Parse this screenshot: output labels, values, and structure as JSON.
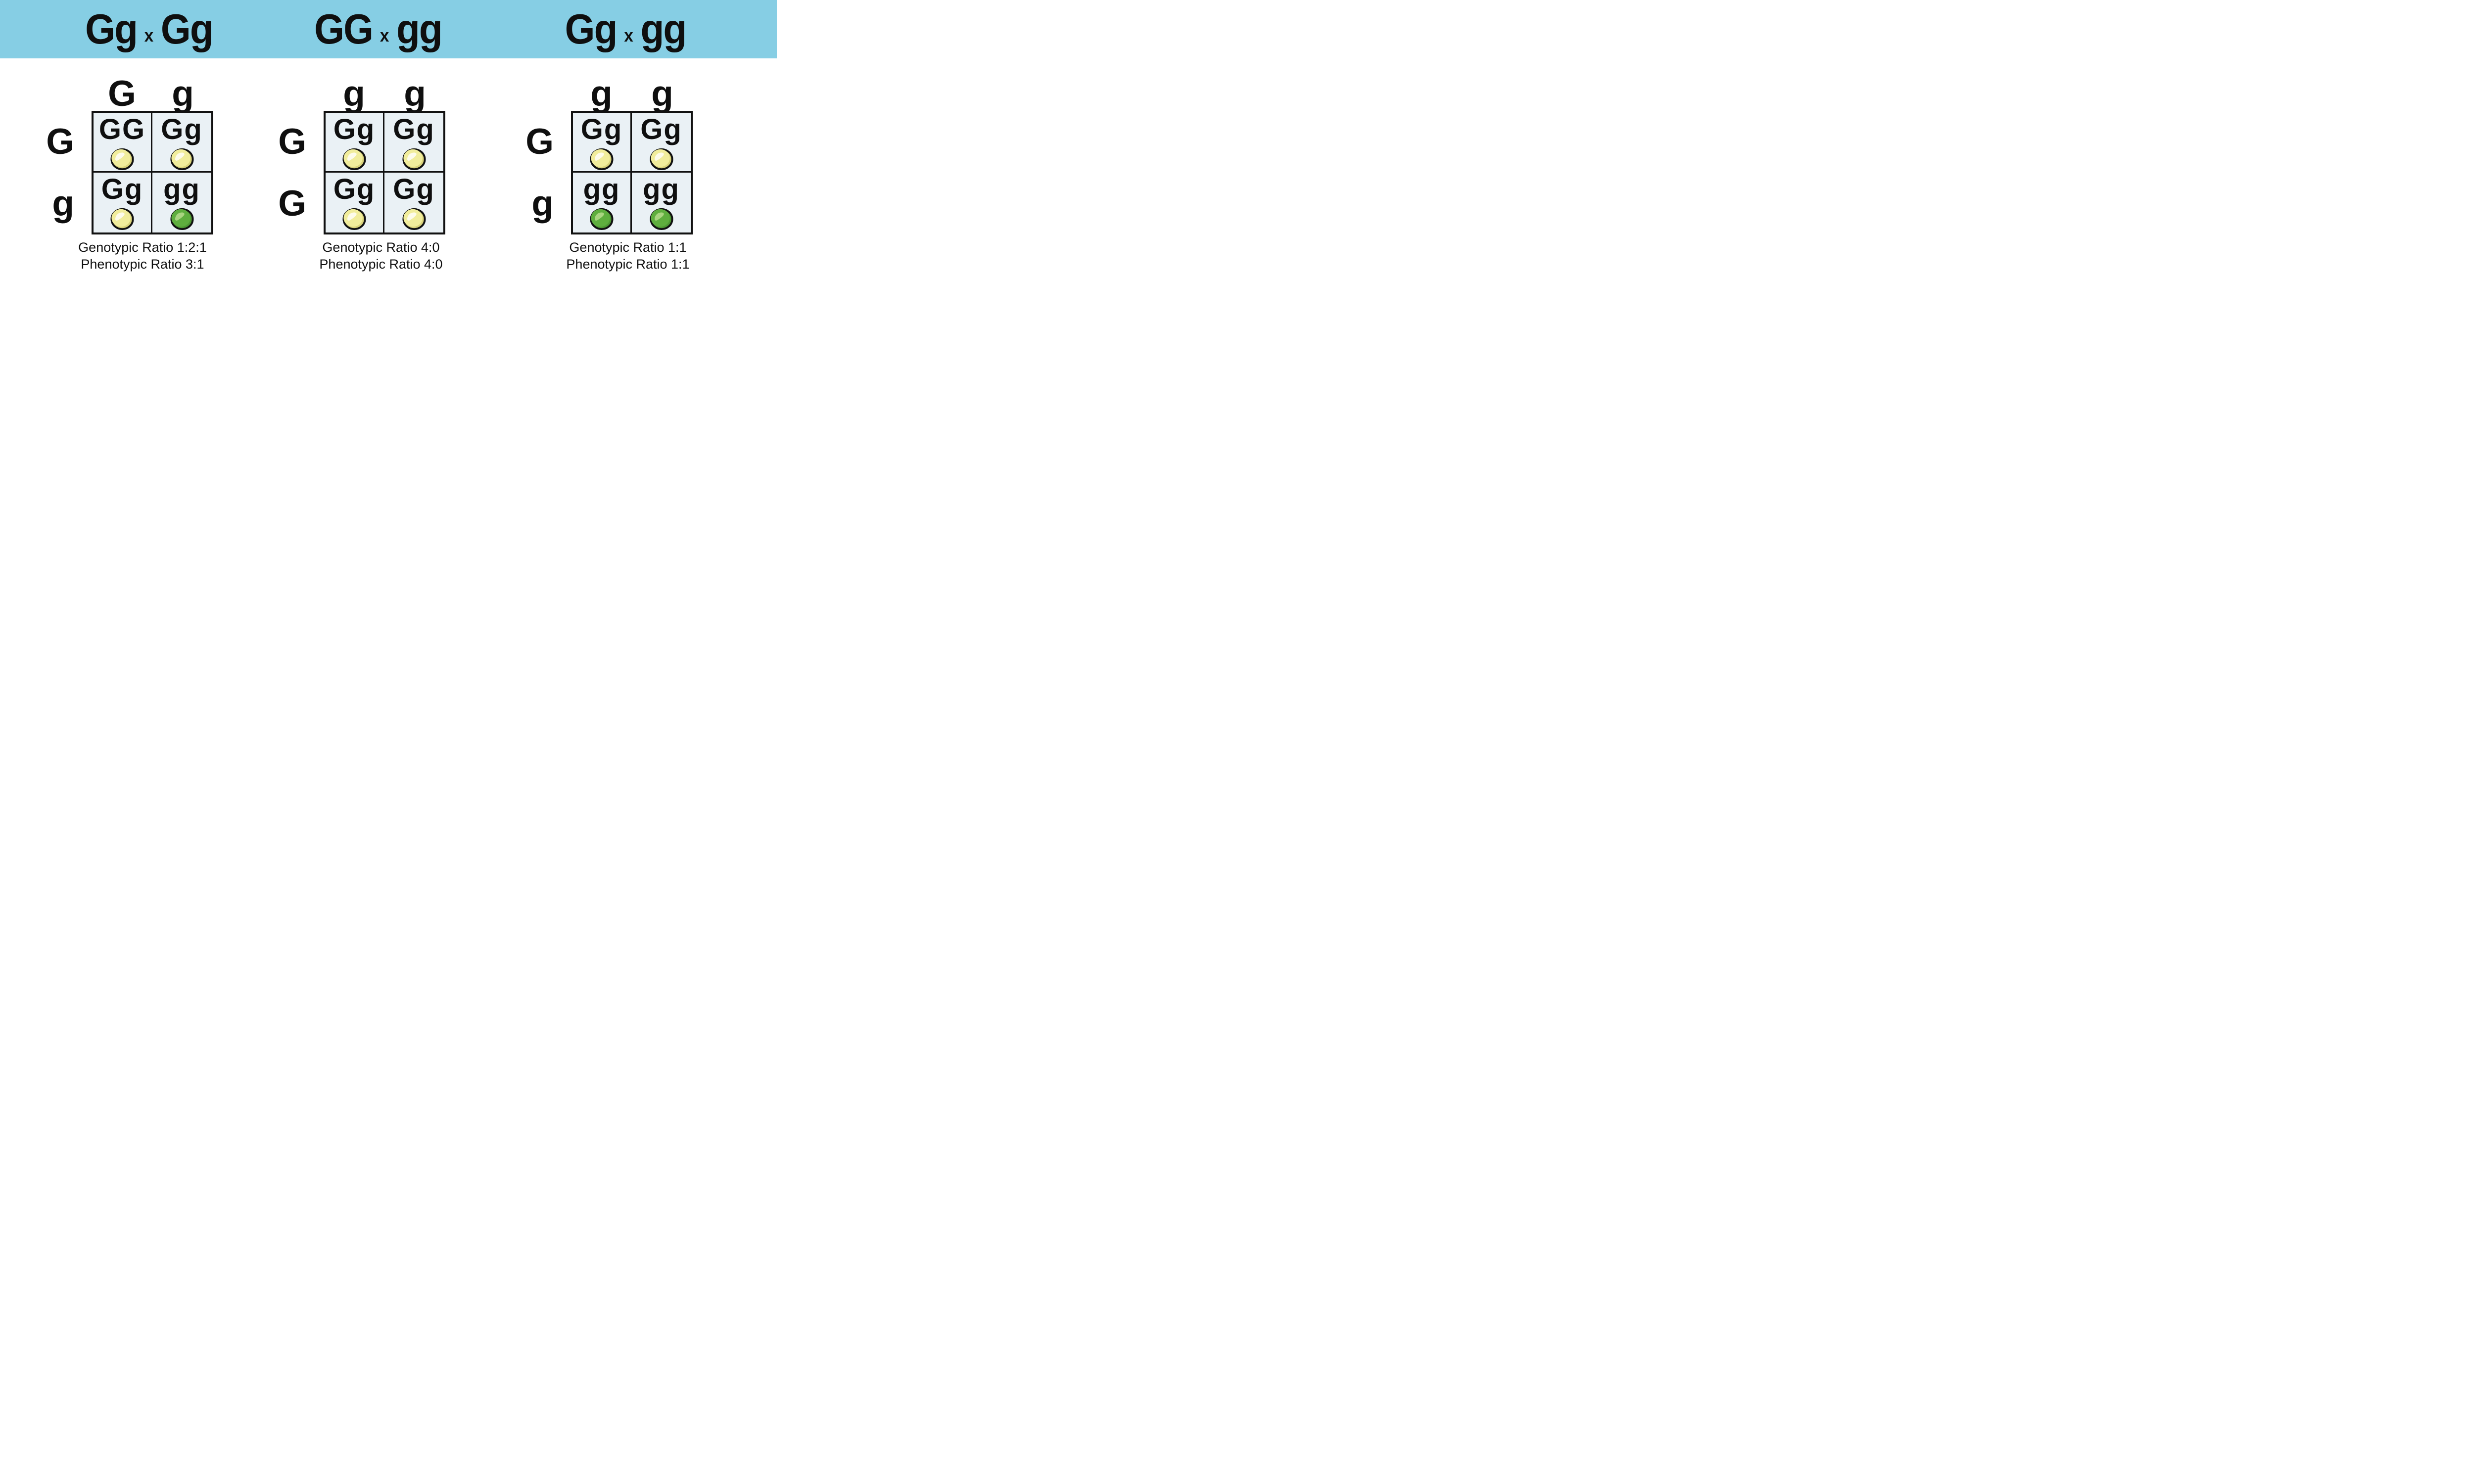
{
  "colors": {
    "header_band": "#86CEE4",
    "cell_background": "#EAF1F5",
    "outline_black": "#111111",
    "pea_yellow": {
      "base": "#F1ED9C",
      "shade": "#D9D37B",
      "highlight": "#FDFBEA"
    },
    "pea_green": {
      "base": "#5FAE3E",
      "shade": "#4E9733",
      "highlight": "#A9D480"
    }
  },
  "panels": [
    {
      "cross": {
        "parent1": "Gg",
        "operator": "x",
        "parent2": "Gg"
      },
      "col_headers": [
        "G",
        "g"
      ],
      "row_headers": [
        "G",
        "g"
      ],
      "cells": [
        {
          "genotype": "GG",
          "pea": "yellow"
        },
        {
          "genotype": "Gg",
          "pea": "yellow"
        },
        {
          "genotype": "Gg",
          "pea": "yellow"
        },
        {
          "genotype": "gg",
          "pea": "green"
        }
      ],
      "genotypic_ratio": "Genotypic Ratio 1:2:1",
      "phenotypic_ratio": "Phenotypic Ratio 3:1"
    },
    {
      "cross": {
        "parent1": "GG",
        "operator": "x",
        "parent2": "gg"
      },
      "col_headers": [
        "g",
        "g"
      ],
      "row_headers": [
        "G",
        "G"
      ],
      "cells": [
        {
          "genotype": "Gg",
          "pea": "yellow"
        },
        {
          "genotype": "Gg",
          "pea": "yellow"
        },
        {
          "genotype": "Gg",
          "pea": "yellow"
        },
        {
          "genotype": "Gg",
          "pea": "yellow"
        }
      ],
      "genotypic_ratio": "Genotypic Ratio 4:0",
      "phenotypic_ratio": "Phenotypic Ratio 4:0"
    },
    {
      "cross": {
        "parent1": "Gg",
        "operator": "x",
        "parent2": "gg"
      },
      "col_headers": [
        "g",
        "g"
      ],
      "row_headers": [
        "G",
        "g"
      ],
      "cells": [
        {
          "genotype": "Gg",
          "pea": "yellow"
        },
        {
          "genotype": "Gg",
          "pea": "yellow"
        },
        {
          "genotype": "gg",
          "pea": "green"
        },
        {
          "genotype": "gg",
          "pea": "green"
        }
      ],
      "genotypic_ratio": "Genotypic Ratio 1:1",
      "phenotypic_ratio": "Phenotypic Ratio 1:1"
    }
  ]
}
